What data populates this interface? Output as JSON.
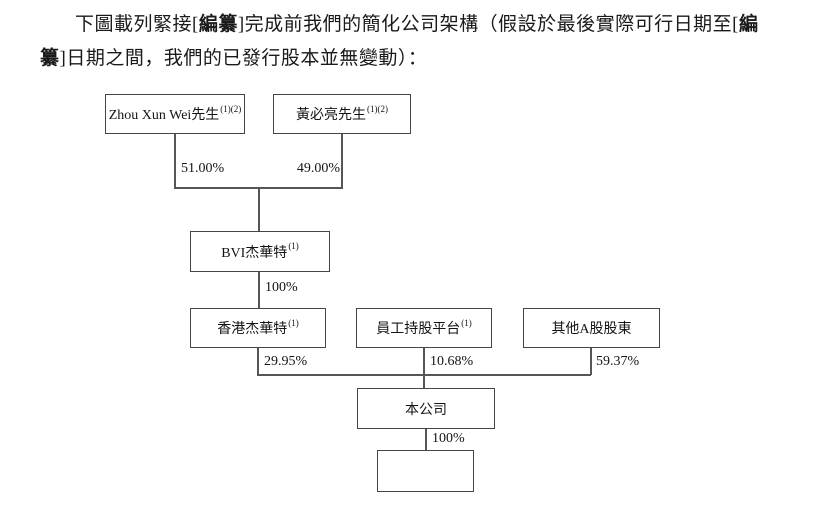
{
  "paragraph": {
    "line1_segments": [
      {
        "text": "下圖載列緊接[",
        "bold": false
      },
      {
        "text": "編纂",
        "bold": true
      },
      {
        "text": "]完成前我們的簡化公司架構（假設於最後實際可行日期至[",
        "bold": false
      },
      {
        "text": "編",
        "bold": true
      }
    ],
    "line2_segments": [
      {
        "text": "纂",
        "bold": true
      },
      {
        "text": "]日期之間，我們的已發行股本並無變動）：",
        "bold": false
      }
    ]
  },
  "diagram": {
    "nodes": {
      "zhou": {
        "label": "Zhou Xun Wei先生",
        "sup": "(1)(2)"
      },
      "huang": {
        "label": "黃必亮先生",
        "sup": "(1)(2)"
      },
      "bvi": {
        "label": "BVI杰華特",
        "sup": "(1)"
      },
      "hongkong": {
        "label": "香港杰華特",
        "sup": "(1)"
      },
      "esop": {
        "label": "員工持股平台",
        "sup": "(1)"
      },
      "other_a": {
        "label": "其他A股股東",
        "sup": ""
      },
      "company": {
        "label": "本公司",
        "sup": ""
      },
      "subsidiary": {
        "label": "",
        "sup": ""
      }
    },
    "ownership": {
      "zhou_to_bvi": "51.00%",
      "huang_to_bvi": "49.00%",
      "bvi_to_hongkong": "100%",
      "hongkong_to_company": "29.95%",
      "esop_to_company": "10.68%",
      "other_to_company": "59.37%",
      "company_to_subsidiary": "100%"
    },
    "colors": {
      "box_border": "#454545",
      "connector": "#565656",
      "text": "#1a1a1a",
      "background": "#ffffff"
    }
  }
}
